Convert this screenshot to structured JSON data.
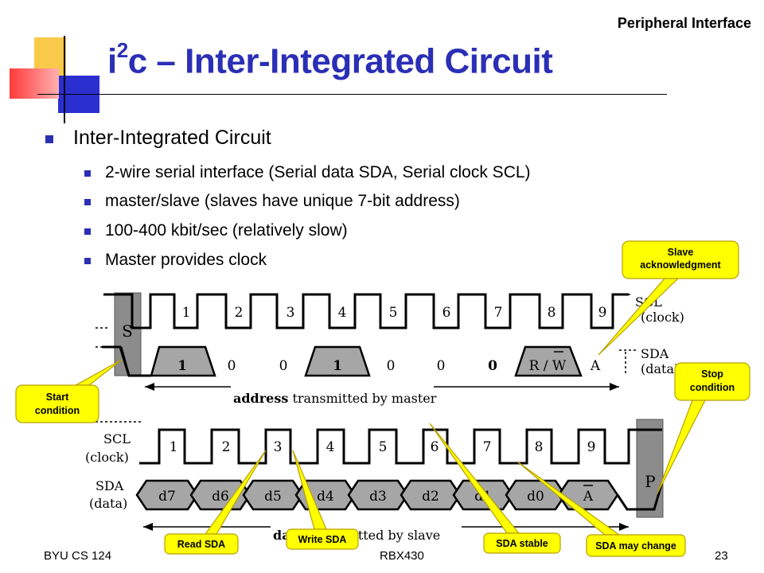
{
  "header": {
    "section": "Peripheral Interface"
  },
  "slide": {
    "title_prefix": "i",
    "title_sup": "2",
    "title_rest": "c – Inter-Integrated Circuit",
    "bullet_main": "Inter-Integrated Circuit",
    "sub_bullets": [
      "2-wire serial interface (Serial data SDA, Serial clock SCL)",
      "master/slave (slaves have unique 7-bit address)",
      "100-400 kbit/sec (relatively slow)",
      "Master provides clock"
    ]
  },
  "diagram": {
    "top": {
      "start_label": "S",
      "clock_numbers": [
        "1",
        "2",
        "3",
        "4",
        "5",
        "6",
        "7",
        "8",
        "9"
      ],
      "data_bits": [
        "1",
        "0",
        "0",
        "1",
        "0",
        "0",
        "0",
        "R / W",
        "A"
      ],
      "scl_label_line1": "SCL",
      "scl_label_line2": "(clock)",
      "sda_label_line1": "SDA",
      "sda_label_line2": "(data)",
      "span_bold": "address",
      "span_rest": " transmitted by master"
    },
    "bottom": {
      "scl_label_line1": "SCL",
      "scl_label_line2": "(clock)",
      "sda_label_line1": "SDA",
      "sda_label_line2": "(data)",
      "clock_numbers": [
        "1",
        "2",
        "3",
        "4",
        "5",
        "6",
        "7",
        "8",
        "9"
      ],
      "data_bits": [
        "d7",
        "d6",
        "d5",
        "d4",
        "d3",
        "d2",
        "d1",
        "d0",
        "A"
      ],
      "stop_label": "P",
      "span_bold": "data",
      "span_rest": " transmitted by slave"
    }
  },
  "callouts": {
    "slave_ack": [
      "Slave",
      "acknowledgment"
    ],
    "start_condition": [
      "Start",
      "condition"
    ],
    "stop_condition": [
      "Stop",
      "condition"
    ],
    "read_sda": "Read SDA",
    "write_sda": "Write SDA",
    "sda_stable": "SDA stable",
    "sda_may_change": "SDA may change"
  },
  "footer": {
    "left": "BYU CS 124",
    "center": "RBX430",
    "page": "23"
  },
  "colors": {
    "title": "#2b2fb5",
    "callout_fill": "#ffff00",
    "waveform_gray": "#a6a6a6",
    "frame_gray": "#8c8c8c"
  }
}
